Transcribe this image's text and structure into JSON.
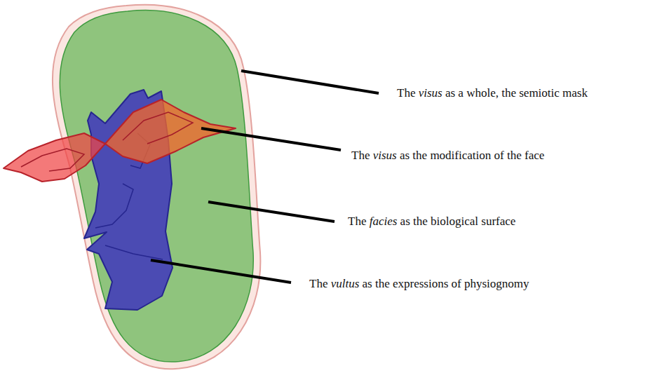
{
  "diagram": {
    "labels": [
      "The visus as a whole, the semiotic mask",
      "The visus as the modification of the face",
      "The facies as the biological surface",
      "The vultus as the expressions of physiognomy"
    ]
  }
}
